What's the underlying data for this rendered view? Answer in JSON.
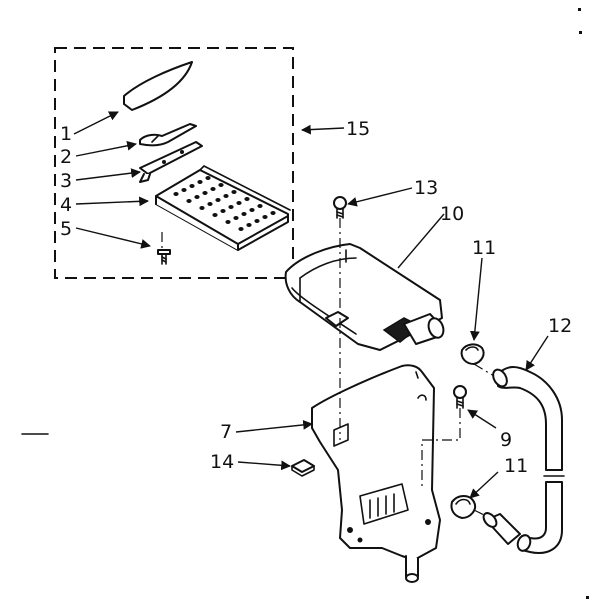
{
  "diagram": {
    "callouts": {
      "c1": "1",
      "c2": "2",
      "c3": "3",
      "c4": "4",
      "c5": "5",
      "c7": "7",
      "c9": "9",
      "c10": "10",
      "c11a": "11",
      "c11b": "11",
      "c12": "12",
      "c13": "13",
      "c14": "14",
      "c15": "15"
    }
  }
}
